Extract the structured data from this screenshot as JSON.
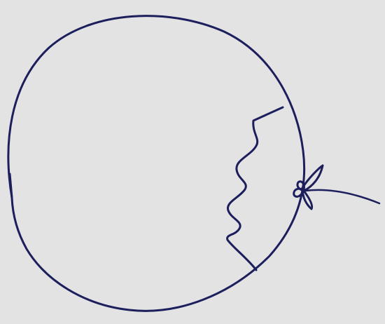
{
  "drawing": {
    "background_color": "#e3e3e4",
    "ink_color": "#1d1f5c",
    "elements": [
      "circle-outline",
      "jagged-crack-line",
      "bow-knot",
      "string-tail"
    ]
  }
}
